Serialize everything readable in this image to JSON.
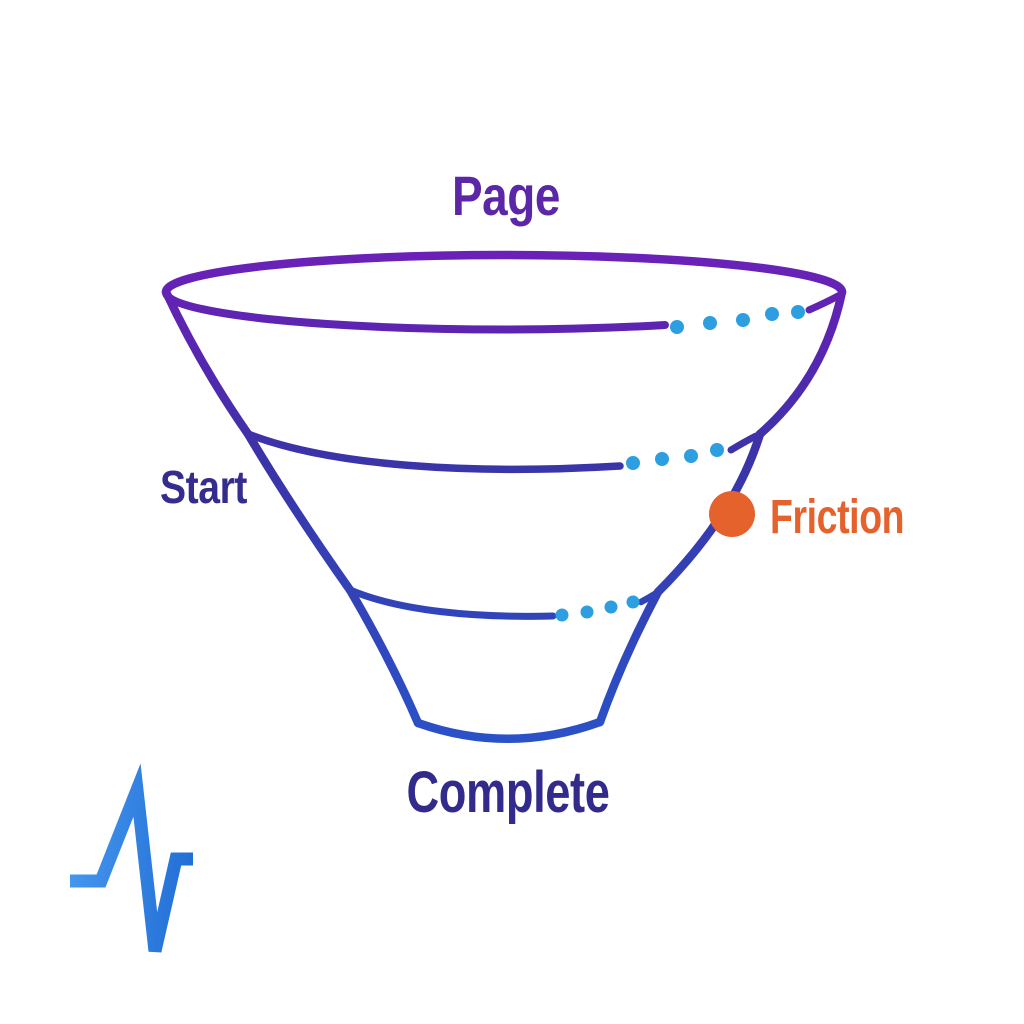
{
  "diagram": {
    "type": "funnel",
    "title": "Page",
    "stages": [
      {
        "label": "Page",
        "position": "top"
      },
      {
        "label": "Start",
        "position": "middle-left"
      },
      {
        "label": "Complete",
        "position": "bottom"
      }
    ],
    "annotation": {
      "label": "Friction",
      "marker": "orange-dot"
    },
    "colors": {
      "funnel_top": "#6b21b8",
      "funnel_upper_mid": "#5a25b0",
      "funnel_mid": "#3a34a8",
      "funnel_bottom": "#2a52c8",
      "dotted_line": "#2d9fe0",
      "friction": "#e6622d",
      "label_purple": "#5b27a6",
      "label_indigo": "#352d8e",
      "logo_blue_light": "#4596ee",
      "logo_blue_dark": "#1f6cd4"
    }
  },
  "logo": {
    "icon": "pulse-logo"
  }
}
